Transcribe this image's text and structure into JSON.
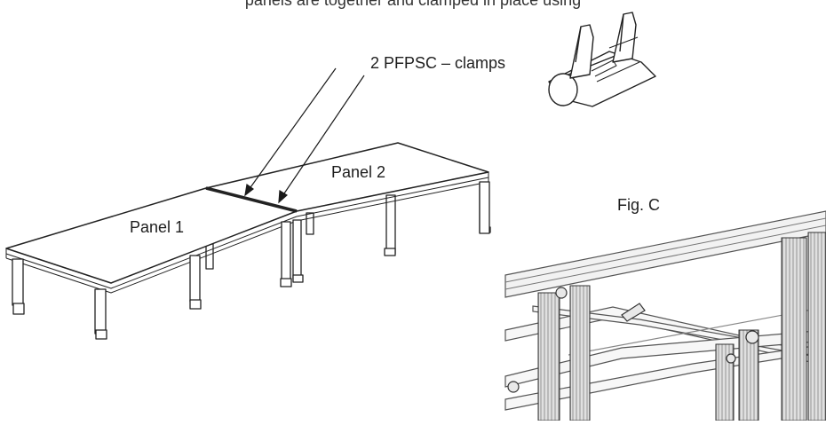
{
  "caption": "panels are together and clamped in place using",
  "labels": {
    "clamps": "2 PFPSC – clamps",
    "panel1": "Panel 1",
    "panel2": "Panel 2",
    "fig": "Fig. C"
  }
}
